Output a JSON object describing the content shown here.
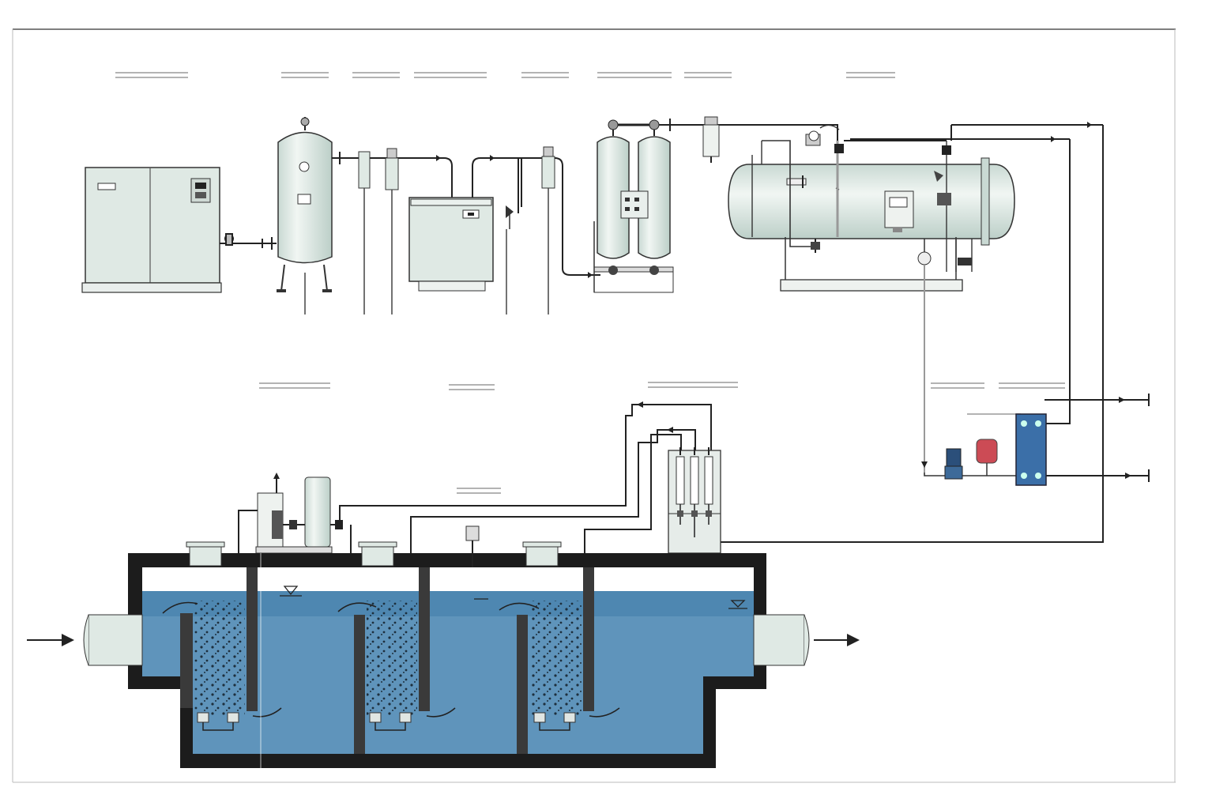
{
  "diagram": {
    "labels": [],
    "colors": {
      "equipment_fill": "#dfe9e4",
      "equipment_stroke": "#333333",
      "water": "#5f94bb",
      "water_dark": "#3e7aa8",
      "tank_wall": "#1c1c1c",
      "heat_exchanger": "#3b6fa8",
      "expansion_tank": "#cc4b55",
      "pump": "#2b4f7a",
      "pipe": "#2a2a2a"
    },
    "components": [
      "air-compressor",
      "air-receiver-tank",
      "pre-filter",
      "refrigerated-air-dryer",
      "fine-filter",
      "twin-tower-adsorption-dryer",
      "inlet-dust-filter",
      "ozone-generator",
      "cooling-water-pump",
      "expansion-tank",
      "plate-heat-exchanger",
      "ozone-destructor-fan",
      "gas-flowmeter-panel",
      "ozone-contact-tank"
    ],
    "flow": {
      "water_in_arrow": "left-to-right",
      "water_out_arrow": "left-to-right"
    }
  }
}
